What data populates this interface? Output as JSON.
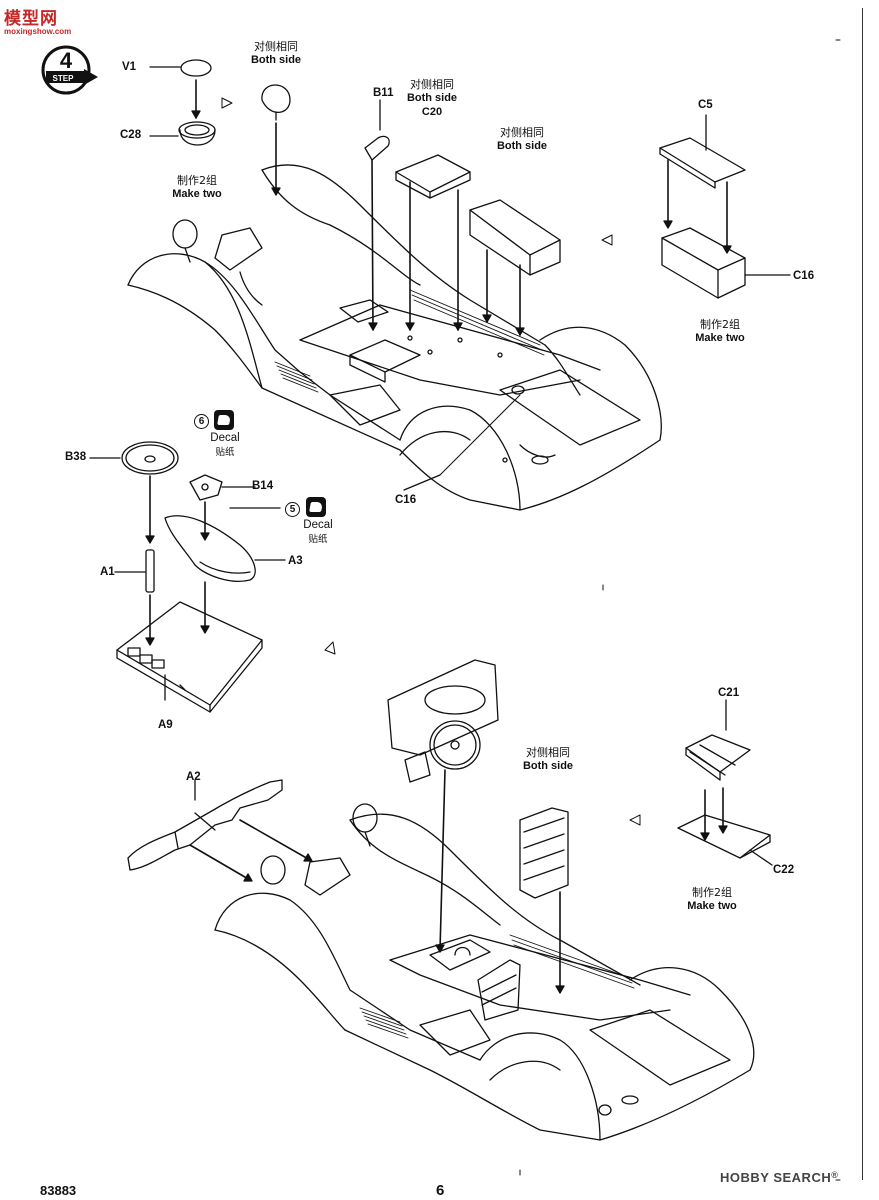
{
  "watermark_top_left": {
    "logo": "模型网",
    "url": "moxingshow.com"
  },
  "watermark_bottom_right": {
    "text": "HOBBY SEARCH",
    "mark": "®"
  },
  "step": {
    "number": "4",
    "label": "STEP"
  },
  "footer": {
    "product_code": "83883",
    "page_number": "6"
  },
  "labels": {
    "v1": "V1",
    "c28": "C28",
    "b11": "B11",
    "c20": "C20",
    "c5": "C5",
    "c16_right": "C16",
    "c16_mid": "C16",
    "b38": "B38",
    "b14": "B14",
    "a1": "A1",
    "a3": "A3",
    "a9": "A9",
    "a2": "A2",
    "c21": "C21",
    "c22": "C22"
  },
  "notes": {
    "both_side_cn": "对侧相同",
    "both_side_en": "Both side",
    "make_two_cn": "制作2组",
    "make_two_en": "Make two"
  },
  "decals": [
    {
      "number": "6",
      "label": "Decal",
      "label_cn": "贴纸"
    },
    {
      "number": "5",
      "label": "Decal",
      "label_cn": "贴纸"
    }
  ],
  "colors": {
    "ink": "#111111",
    "watermark_red": "#c62828",
    "paper": "#ffffff"
  }
}
